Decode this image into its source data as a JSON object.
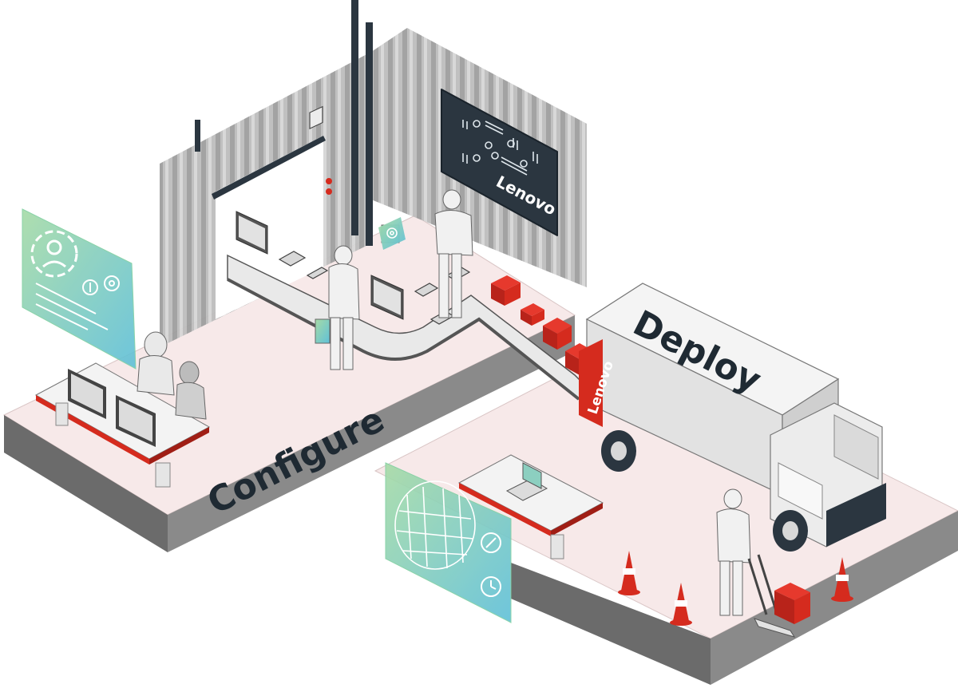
{
  "scene": {
    "stage_labels": {
      "configure": "Configure",
      "deploy": "Deploy"
    },
    "brand": {
      "name": "Lenovo",
      "primary_color": "#d52b1e",
      "dark_panel_color": "#2b3640"
    },
    "floor_color": "#f7e9e9",
    "accent_gradient": [
      "#9fd7a8",
      "#6fc3d6"
    ],
    "icons": [
      "user-shield-icon",
      "gear-icon",
      "lock-icon",
      "globe-grid-icon",
      "timer-icon",
      "edit-pen-icon",
      "settings-cog-icon"
    ]
  }
}
